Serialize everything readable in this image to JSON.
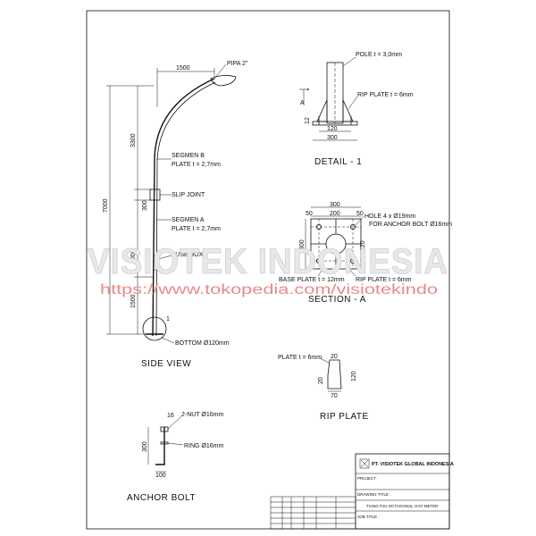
{
  "side_view": {
    "title": "SIDE VIEW",
    "dim_arm": "1500",
    "dim_total": "7000",
    "dim_upper": "3300",
    "dim_overlap": "300",
    "dim_lower": "4000",
    "dim_bottom": "1500",
    "callouts": {
      "pipa": "PIPA 2\"",
      "segmen_b_1": "SEGMEN B",
      "segmen_b_2": "PLATE t = 2,7mm",
      "slip_joint": "SLIP JOINT",
      "segmen_a_1": "SEGMEN A",
      "segmen_a_2": "PLATE t = 2,7mm",
      "fuse_box": "FUSE BOX",
      "bottom": "BOTTOM Ø120mm",
      "marker": "1"
    }
  },
  "detail_1": {
    "title": "DETAIL - 1",
    "pole": "POLE t = 3,0mm",
    "rip_plate": "RIP PLATE t = 6mm",
    "dim_12": "12",
    "dim_120": "120",
    "dim_300": "300",
    "section_mark": "A"
  },
  "section_a": {
    "title": "SECTION - A",
    "dim_300_top": "300",
    "dim_50_left": "50",
    "dim_200": "200",
    "dim_50_right": "50",
    "dim_300_side": "300",
    "dim_120": "120",
    "hole_1": "HOLE 4 x Ø19mm",
    "hole_2": "FOR ANCHOR BOLT Ø16mm",
    "base_plate": "BASE PLATE t = 12mm",
    "rip_plate": "RIP PLATE t = 6mm"
  },
  "rip_plate_view": {
    "title": "RIP PLATE",
    "plate": "PLATE t = 6mm",
    "dim_20_top": "20",
    "dim_20_side": "20",
    "dim_70": "70",
    "dim_120": "120"
  },
  "anchor_bolt": {
    "title": "ANCHOR BOLT",
    "nut": "2-NUT Ø16mm",
    "ring": "RING Ø16mm",
    "dim_16": "16",
    "dim_300": "300",
    "dim_100": "100"
  },
  "title_block": {
    "company": "PT. VISIOTEK GLOBAL INDONESIA",
    "project_label": "PROJECT :",
    "drawing_title_label": "DRAWING TITLE :",
    "drawing_title": "TIANG PJU OCTAGONAL H-07 METER",
    "job_title_label": "JOB TITLE :"
  },
  "watermark": {
    "brand": "VISIOTEK INDONESIA",
    "url": "https://www.tokopedia.com/visiotekindo"
  }
}
